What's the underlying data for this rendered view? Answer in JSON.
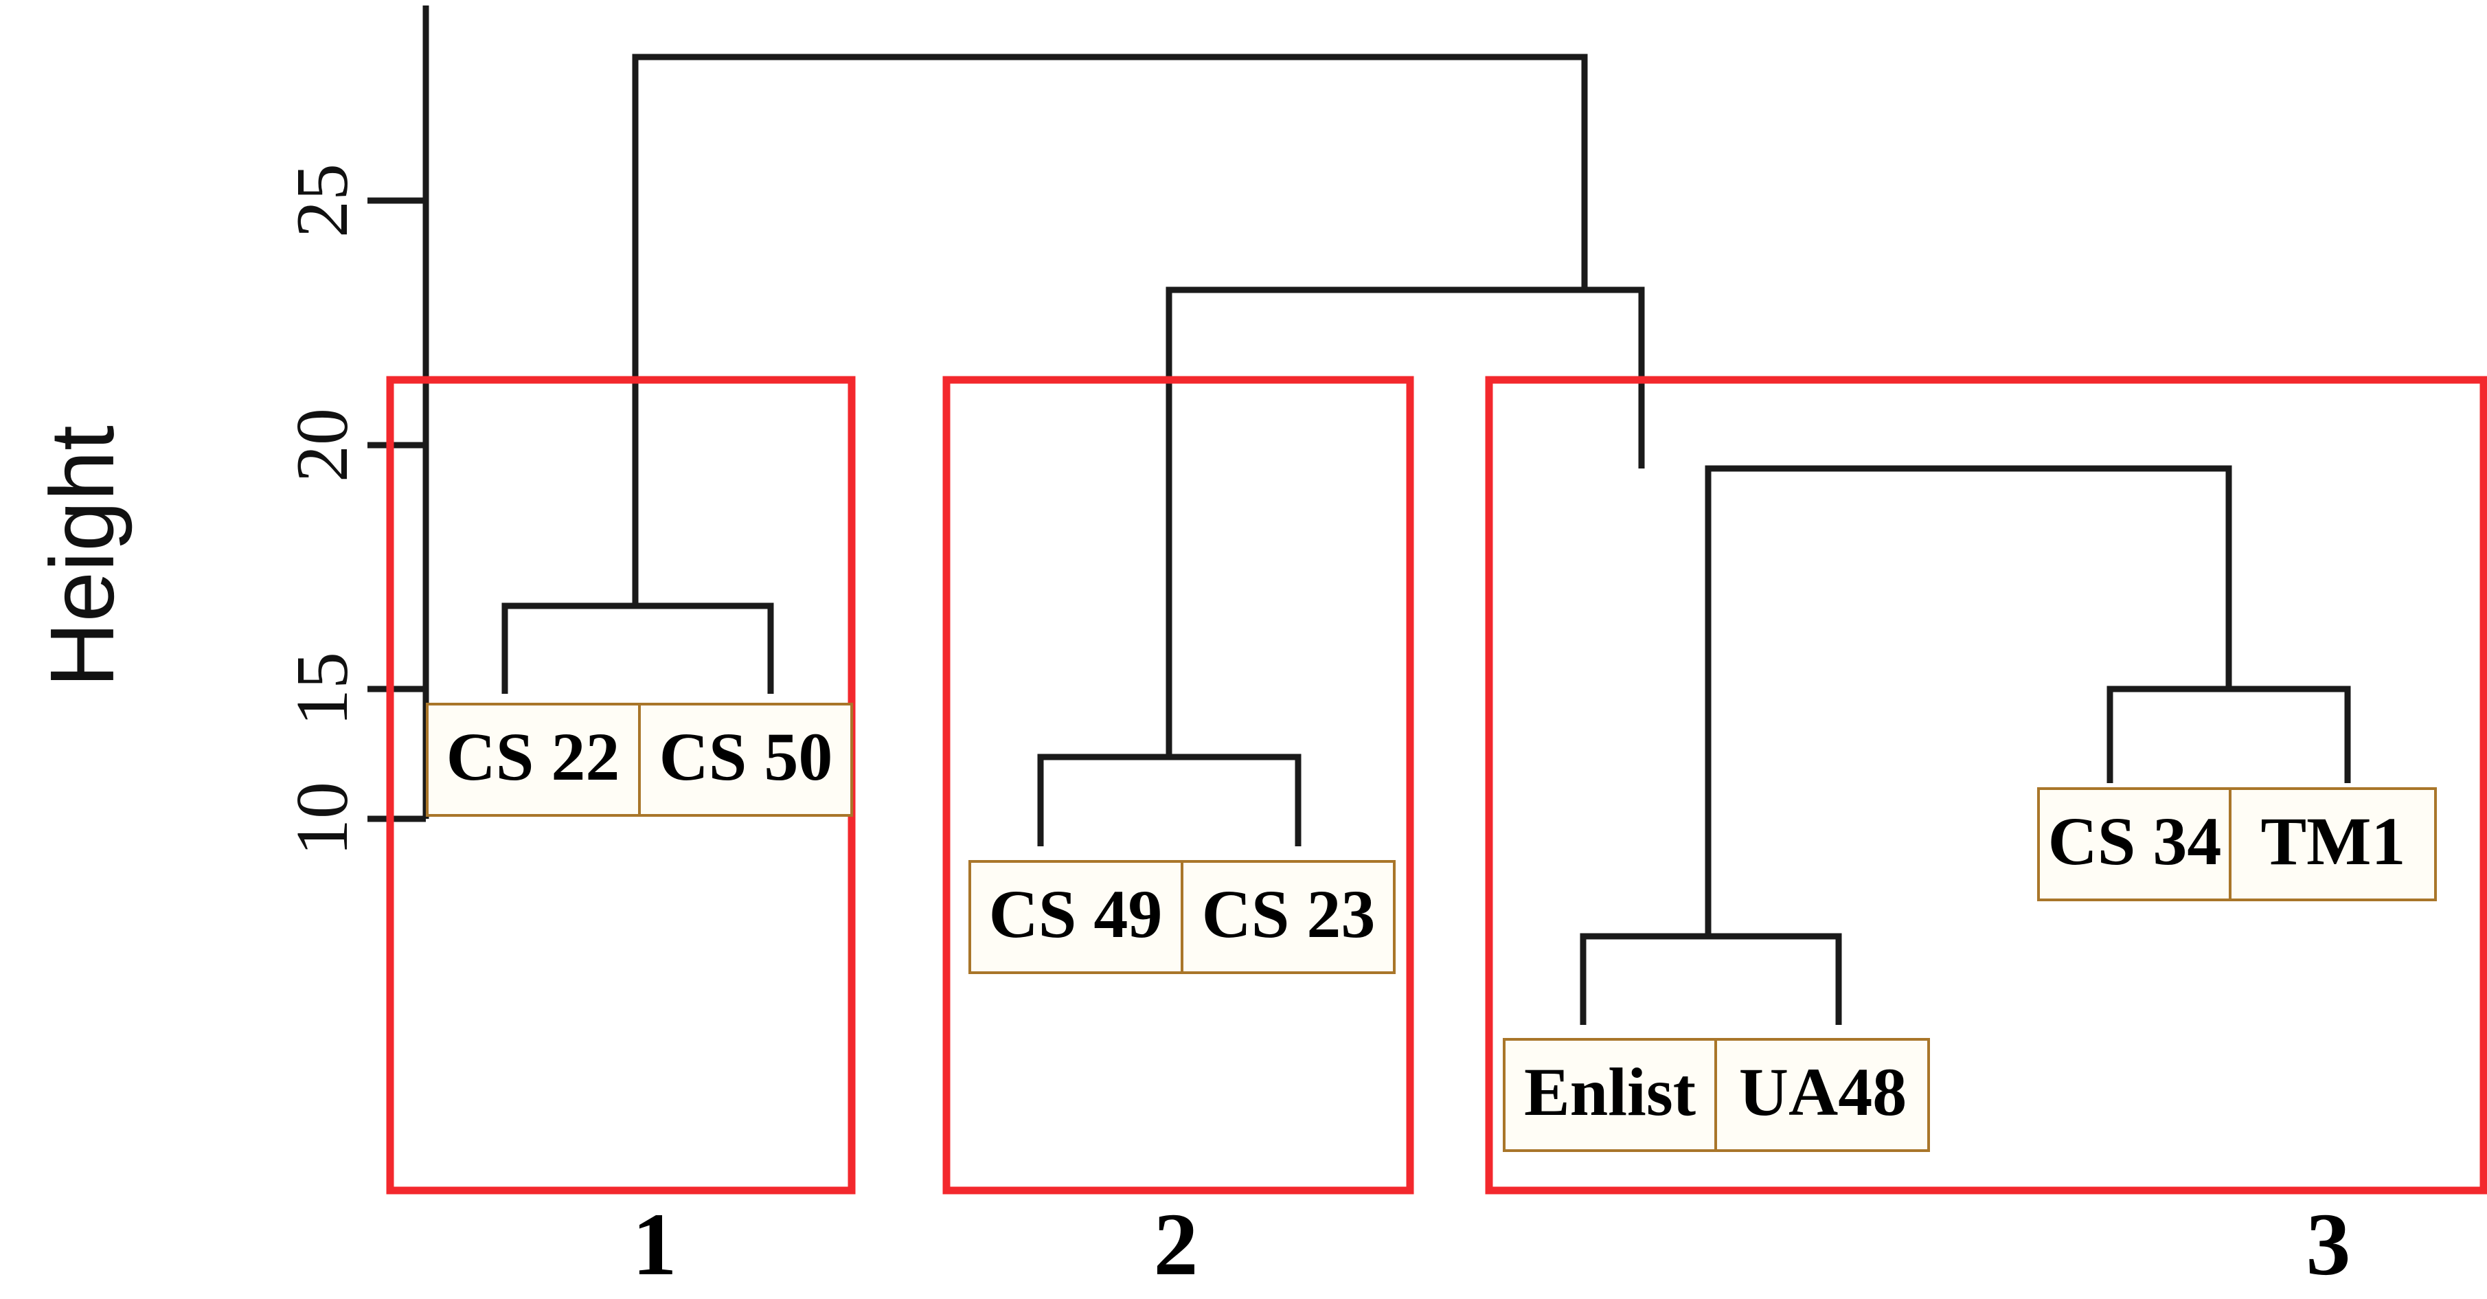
{
  "chart_data": {
    "type": "dendrogram",
    "title": "",
    "ylabel": "Height",
    "xlabel": "",
    "yticks": [
      10,
      15,
      20,
      25
    ],
    "ytick_labels": [
      "10",
      "15",
      "20",
      "25"
    ],
    "ylim": [
      8.1,
      28.9
    ],
    "grid": false,
    "legend": null,
    "leaves": [
      {
        "id": "CS 22",
        "label": "CS 22",
        "cluster": 1,
        "x": 735
      },
      {
        "id": "CS 50",
        "label": "CS 50",
        "cluster": 1,
        "x": 1122
      },
      {
        "id": "CS 49",
        "label": "CS 49",
        "cluster": 2,
        "x": 1515
      },
      {
        "id": "CS 23",
        "label": "CS 23",
        "cluster": 2,
        "x": 1890
      },
      {
        "id": "Enlist",
        "label": "Enlist",
        "cluster": 3,
        "x": 2305
      },
      {
        "id": "UA48",
        "label": "UA48",
        "cluster": 3,
        "x": 2677
      },
      {
        "id": "CS 34",
        "label": "CS 34",
        "cluster": 3,
        "x": 3072
      },
      {
        "id": "TM1",
        "label": "TM1",
        "cluster": 3,
        "x": 3418
      }
    ],
    "merges": [
      {
        "name": "CS22-CS50",
        "height": 16.9,
        "left": "CS 22",
        "right": "CS 50"
      },
      {
        "name": "CS49-CS23",
        "height": 13.8,
        "left": "CS 49",
        "right": "CS 23"
      },
      {
        "name": "Enlist-UA48",
        "height": 10.1,
        "left": "Enlist",
        "right": "UA48"
      },
      {
        "name": "CS34-TM1",
        "height": 15.2,
        "left": "CS 34",
        "right": "TM1"
      },
      {
        "name": "node-20",
        "height": 19.9,
        "left": "Enlist-UA48",
        "right": "CS34-TM1"
      },
      {
        "name": "node-23",
        "height": 23.2,
        "left": "CS49-CS23",
        "right": "node-20"
      },
      {
        "name": "root",
        "height": 27.9,
        "left": "CS22-CS50",
        "right": "node-23"
      }
    ],
    "cut_height": 21.5,
    "cut_line_color": "#f3282d",
    "clusters": [
      {
        "number": "1",
        "label": "1",
        "members": [
          "CS 22",
          "CS 50"
        ]
      },
      {
        "number": "2",
        "label": "2",
        "members": [
          "CS 49",
          "CS 23"
        ]
      },
      {
        "number": "3",
        "label": "3",
        "members": [
          "Enlist",
          "UA48",
          "CS 34",
          "TM1"
        ]
      }
    ],
    "colors": {
      "lines": "#1a1a1a",
      "cluster_box": "#f3282d",
      "leaf_box": "#a9762a",
      "text": "#000000",
      "background": "#ffffff"
    }
  },
  "axis": {
    "title": "Height",
    "ticks": [
      "25",
      "20",
      "15",
      "10"
    ]
  },
  "leaf_boxes": [
    {
      "cells": [
        "CS 22",
        "CS 50"
      ]
    },
    {
      "cells": [
        "CS 49",
        "CS 23"
      ]
    },
    {
      "cells": [
        "Enlist",
        "UA48"
      ]
    },
    {
      "cells": [
        "CS 34",
        "TM1"
      ]
    }
  ],
  "cluster_labels": [
    "1",
    "2",
    "3"
  ]
}
